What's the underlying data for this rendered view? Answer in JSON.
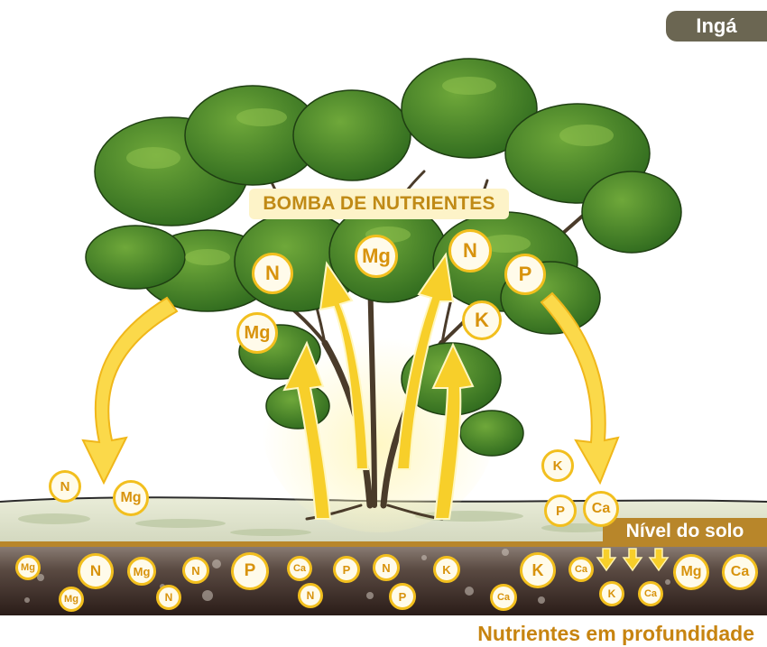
{
  "header": {
    "species_label": "Ingá"
  },
  "diagram": {
    "title": "BOMBA DE NUTRIENTES",
    "soil_level_label": "Nível do solo",
    "depth_label": "Nutrientes em profundidade",
    "canopy_nutrients": [
      "N",
      "Mg",
      "Mg",
      "N",
      "P",
      "K"
    ],
    "surface_nutrients_left": [
      "N",
      "Mg"
    ],
    "surface_nutrients_right": [
      "K",
      "P",
      "Ca"
    ],
    "deep_nutrients": [
      "Mg",
      "N",
      "Mg",
      "N",
      "P",
      "Ca",
      "P",
      "N",
      "K",
      "K",
      "Ca",
      "Mg",
      "Ca",
      "Mg",
      "N",
      "N",
      "P",
      "Ca",
      "K",
      "Ca"
    ],
    "colors": {
      "arrow": "#f7cf2a",
      "badge_border": "#f2bf1e",
      "badge_text": "#d8930d",
      "soil_line": "#b8862a",
      "foliage": "#3f7a22",
      "deep_soil": "#3a2a22"
    }
  }
}
